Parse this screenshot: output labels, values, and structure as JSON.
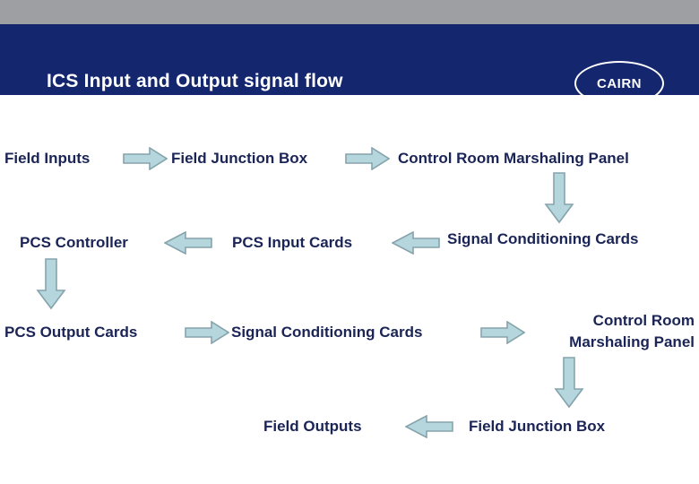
{
  "header": {
    "title": "ICS Input and Output signal flow",
    "logo_text": "CAIRN",
    "navy_color": "#13266e",
    "gray_bar_color": "#9d9fa2"
  },
  "theme": {
    "label_color": "#1a2456",
    "arrow_fill": "#b6d6de",
    "arrow_stroke": "#85a3ab"
  },
  "diagram": {
    "rows": [
      {
        "direction": "left-to-right",
        "nodes": [
          "Field Inputs",
          "Field Junction Box",
          "Control Room Marshaling Panel"
        ]
      },
      {
        "direction": "right-to-left",
        "nodes": [
          "PCS Controller",
          "PCS Input Cards",
          "Signal Conditioning Cards"
        ]
      },
      {
        "direction": "left-to-right",
        "nodes": [
          "PCS Output Cards",
          "Signal Conditioning Cards",
          "Control Room\nMarshaling Panel"
        ]
      },
      {
        "direction": "right-to-left",
        "nodes": [
          "Field Outputs",
          "Field Junction Box"
        ]
      }
    ],
    "labels": {
      "field_inputs": "Field Inputs",
      "field_junction_box_1": "Field Junction Box",
      "control_room_marshaling_panel_1": "Control Room Marshaling Panel",
      "pcs_controller": "PCS Controller",
      "pcs_input_cards": "PCS Input Cards",
      "signal_conditioning_cards_1": "Signal Conditioning Cards",
      "pcs_output_cards": "PCS Output Cards",
      "signal_conditioning_cards_2": "Signal Conditioning Cards",
      "control_room_marshaling_panel_2_line1": "Control Room",
      "control_room_marshaling_panel_2_line2": "Marshaling Panel",
      "field_outputs": "Field Outputs",
      "field_junction_box_2": "Field Junction Box"
    }
  }
}
